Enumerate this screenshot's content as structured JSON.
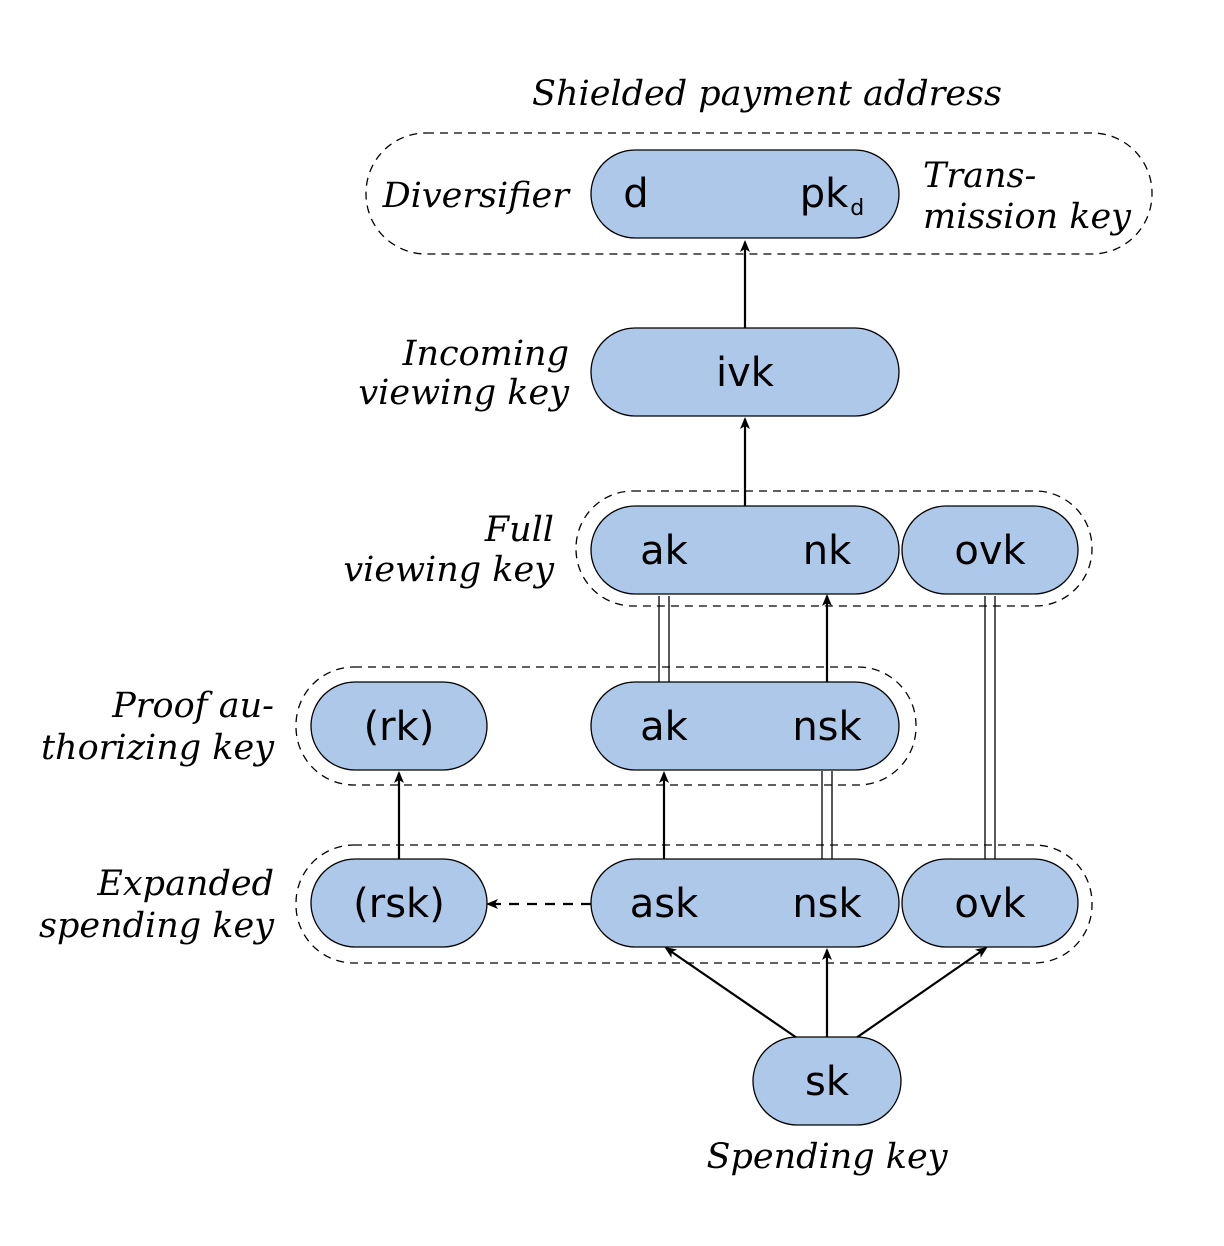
{
  "labels": {
    "shielded_payment_address": "Shielded payment address",
    "diversifier": "Diversifier",
    "transmission_key_1": "Trans-",
    "transmission_key_2": "mission key",
    "incoming_viewing_key_1": "Incoming",
    "incoming_viewing_key_2": "viewing key",
    "full_viewing_key_1": "Full",
    "full_viewing_key_2": "viewing key",
    "proof_authorizing_key_1": "Proof au-",
    "proof_authorizing_key_2": "thorizing key",
    "expanded_spending_key_1": "Expanded",
    "expanded_spending_key_2": "spending key",
    "spending_key": "Spending key"
  },
  "nodes": {
    "d": "d",
    "pk": "pk",
    "pk_sub": "d",
    "ivk": "ivk",
    "fvk_ak": "ak",
    "fvk_nk": "nk",
    "fvk_ovk": "ovk",
    "rk": "(rk)",
    "pak_ak": "ak",
    "pak_nsk": "nsk",
    "rsk": "(rsk)",
    "ask": "ask",
    "esk_nsk": "nsk",
    "esk_ovk": "ovk",
    "sk": "sk"
  },
  "colors": {
    "node_fill": "#aec8e9",
    "stroke": "#000000"
  }
}
